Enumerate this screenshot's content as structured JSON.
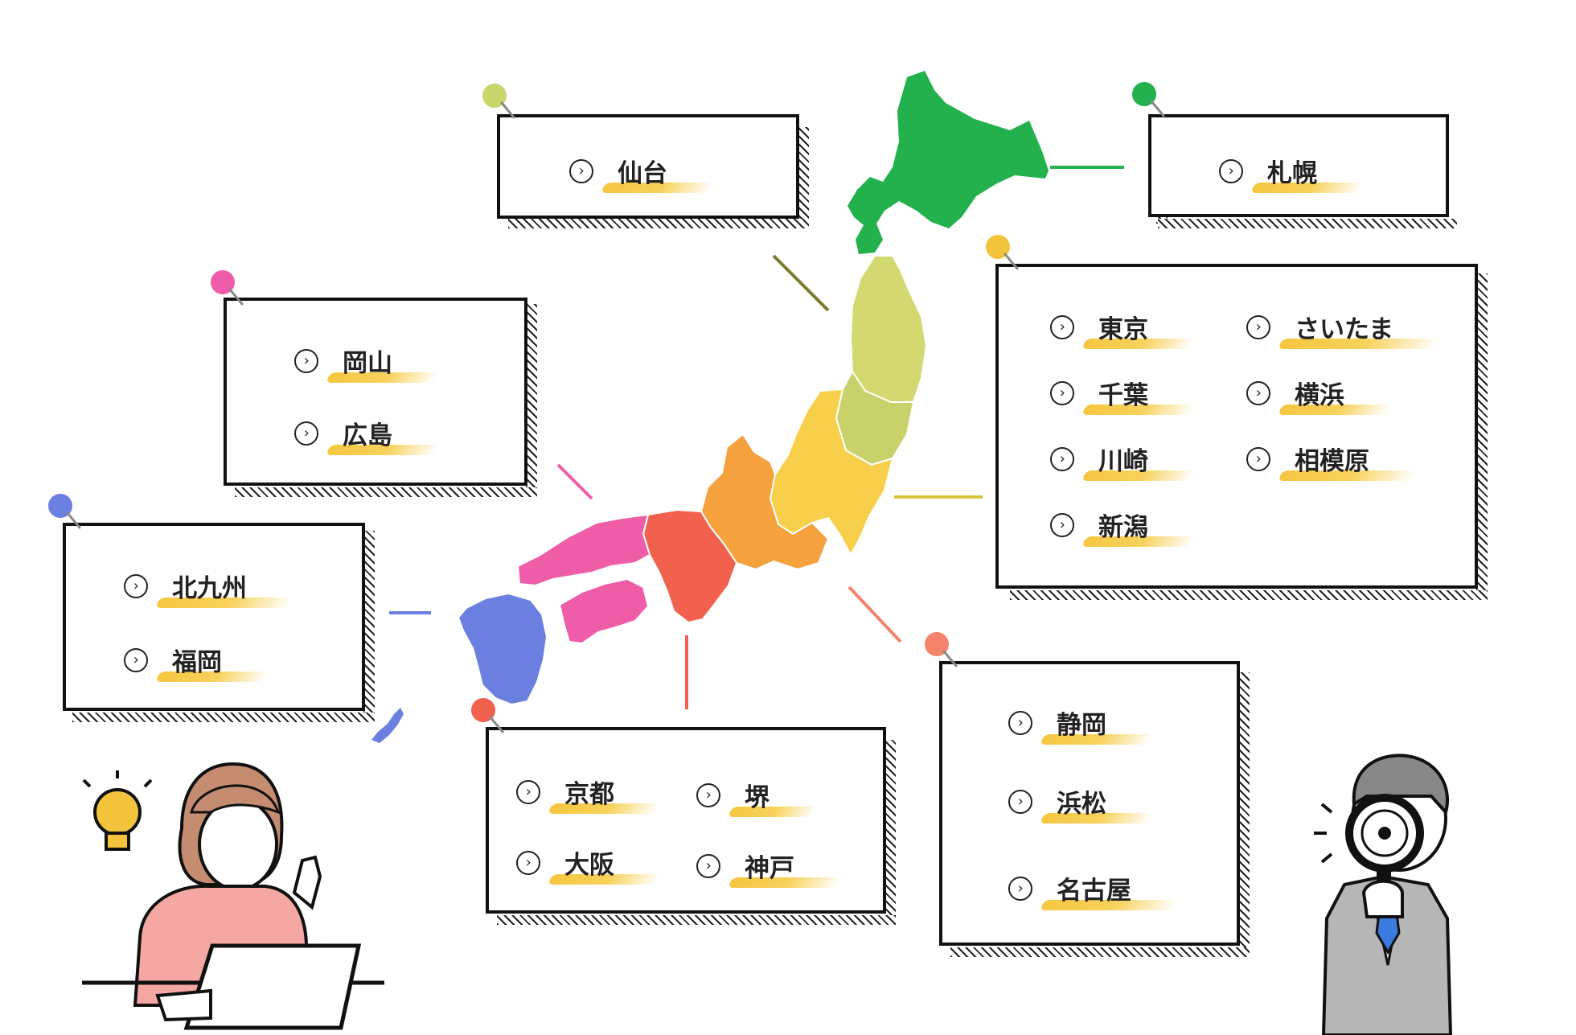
{
  "regions": {
    "sapporo": {
      "cities": [
        "札幌"
      ],
      "pin_color": "#22b14c"
    },
    "sendai": {
      "cities": [
        "仙台"
      ],
      "pin_color": "#c9d66b"
    },
    "kanto": {
      "cities": [
        "東京",
        "さいたま",
        "千葉",
        "横浜",
        "川崎",
        "相模原",
        "新潟"
      ],
      "pin_color": "#f3c43b"
    },
    "chugoku": {
      "cities": [
        "岡山",
        "広島"
      ],
      "pin_color": "#ef5da8"
    },
    "kyushu": {
      "cities": [
        "北九州",
        "福岡"
      ],
      "pin_color": "#6b7fe0"
    },
    "kinki": {
      "cities": [
        "京都",
        "堺",
        "大阪",
        "神戸"
      ],
      "pin_color": "#f2604e"
    },
    "tokai": {
      "cities": [
        "静岡",
        "浜松",
        "名古屋"
      ],
      "pin_color": "#f4836b"
    }
  },
  "icons": {
    "chevron": "›"
  },
  "colors": {
    "highlight": "#f6c640",
    "border": "#111111"
  }
}
